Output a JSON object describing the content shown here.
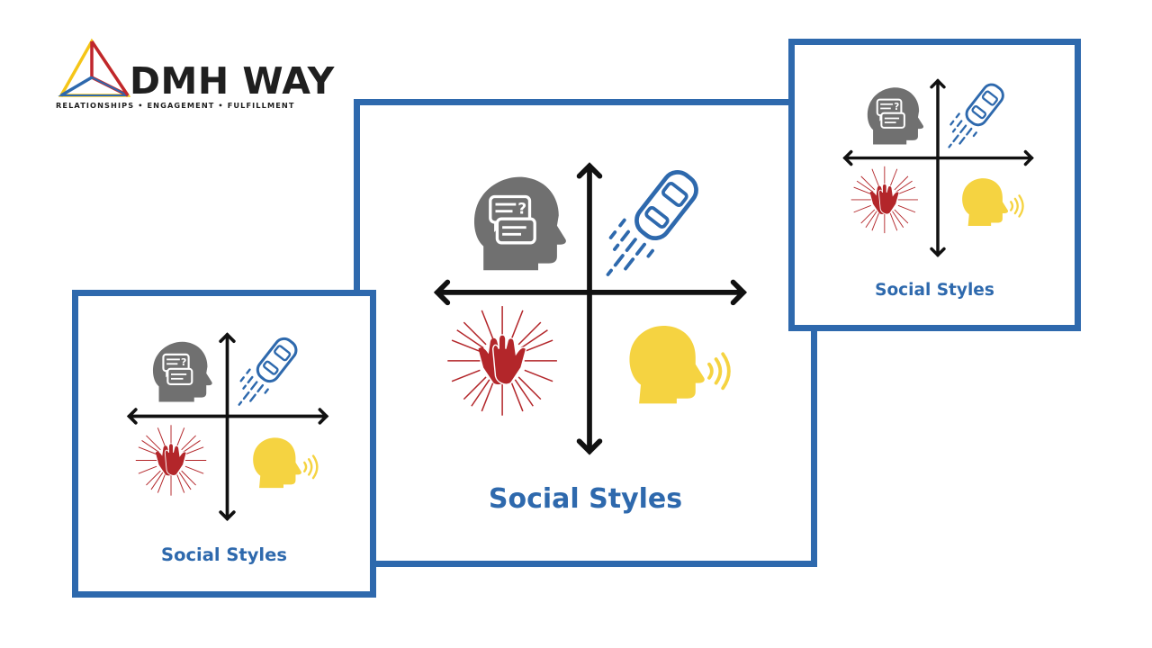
{
  "logo": {
    "name": "DMH WAY",
    "tagline": "RELATIONSHIPS • ENGAGEMENT • FULFILLMENT"
  },
  "cards": {
    "main": {
      "title": "Social Styles"
    },
    "left": {
      "title": "Social Styles"
    },
    "right": {
      "title": "Social Styles"
    }
  },
  "quadrant_icons": [
    "thinking-head-icon",
    "speeding-car-icon",
    "clapping-hands-icon",
    "speaking-head-icon"
  ],
  "colors": {
    "frame": "#2e69ad",
    "title": "#2e69ad",
    "analytical": "#707070",
    "driver": "#2e69ad",
    "amiable": "#b3262a",
    "expressive": "#f5d341"
  }
}
